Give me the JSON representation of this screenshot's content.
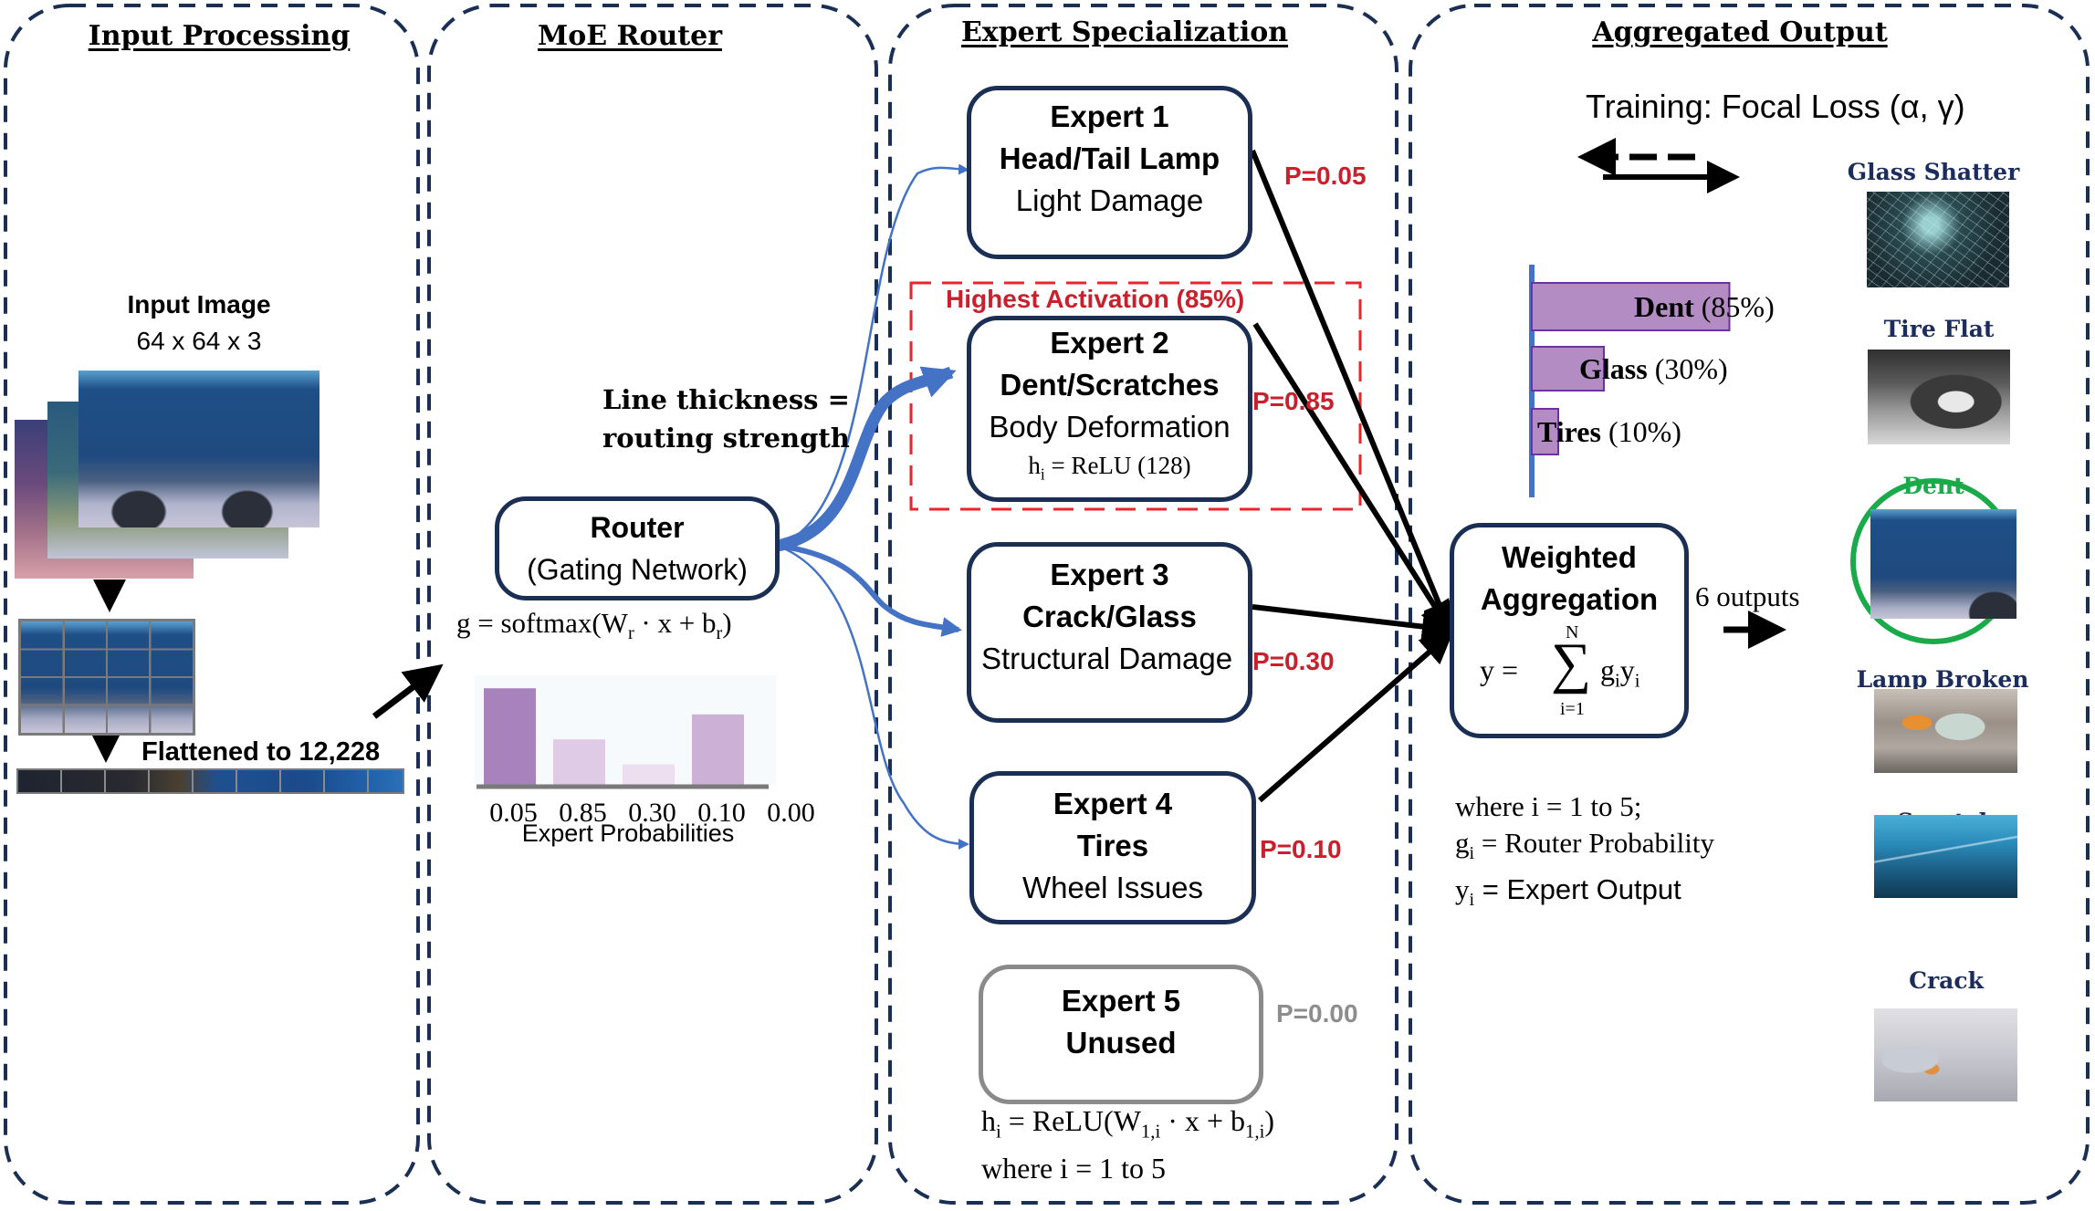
{
  "panels": [
    {
      "id": "input",
      "title": "Input Processing"
    },
    {
      "id": "router",
      "title": "MoE Router"
    },
    {
      "id": "experts",
      "title": "Expert Specialization"
    },
    {
      "id": "output",
      "title": "Aggregated Output"
    }
  ],
  "input": {
    "image_label": "Input Image",
    "image_dims": "64 x 64 x 3",
    "flatten_label": "Flattened to 12,228"
  },
  "router": {
    "annotation_line1": "Line thickness =",
    "annotation_line2": "routing strength",
    "box_title": "Router",
    "box_subtitle": "(Gating Network)",
    "formula_prefix": "g = softmax(W",
    "formula_sub_r": "r",
    "formula_mid": " · x + b",
    "formula_suffix": ")",
    "prob_axis_label": "Expert Probabilities"
  },
  "experts": {
    "highlight_label": "Highest Activation (85%)",
    "items": [
      {
        "title": "Expert 1",
        "specialty": "Head/Tail Lamp",
        "desc": "Light Damage",
        "prob": "P=0.05",
        "weight": 0.05
      },
      {
        "title": "Expert 2",
        "specialty": "Dent/Scratches",
        "desc": "Body Deformation",
        "formula": "h",
        "formula_sub": "i",
        "formula_rest": " = ReLU (128)",
        "prob": "P=0.85",
        "weight": 0.85
      },
      {
        "title": "Expert 3",
        "specialty": "Crack/Glass",
        "desc": "Structural Damage",
        "prob": "P=0.30",
        "weight": 0.3
      },
      {
        "title": "Expert 4",
        "specialty": "Tires",
        "desc": "Wheel Issues",
        "prob": "P=0.10",
        "weight": 0.1
      },
      {
        "title": "Expert 5",
        "specialty": "Unused",
        "prob": "P=0.00",
        "weight": 0.0
      }
    ],
    "formula_h": "h",
    "formula_h_sub": "i",
    "formula_mid": " = ReLU(W",
    "formula_w_sub": "1,i",
    "formula_mid2": " · x + b",
    "formula_b_sub": "1,i",
    "formula_end": ")",
    "formula_where": "where i = 1 to 5"
  },
  "output": {
    "training_label": "Training: Focal Loss (α, γ)",
    "aggregation_title_1": "Weighted",
    "aggregation_title_2": "Aggregation",
    "sum_upper": "N",
    "sum_lower": "i=1",
    "sum_lhs": "y  =",
    "sum_symbol": "∑",
    "sum_term_g": "g",
    "sum_term_y": "y",
    "sum_term_sub": "i",
    "outputs_label": "6 outputs",
    "legend_where": "where i = 1 to 5;",
    "legend_g": "g",
    "legend_g_sub": "i",
    "legend_g_text": " = Router Probability",
    "legend_y": "y",
    "legend_y_sub": "i",
    "legend_y_text": " = Expert Output",
    "classes": [
      {
        "label": "Glass Shatter",
        "selected": false
      },
      {
        "label": "Tire Flat",
        "selected": false
      },
      {
        "label": "Dent",
        "selected": true
      },
      {
        "label": "Lamp Broken",
        "selected": false
      },
      {
        "label": "Scratch",
        "selected": false
      },
      {
        "label": "Crack",
        "selected": false
      }
    ]
  },
  "colors": {
    "panel_border": "#1b2f55",
    "box_border": "#1b2f55",
    "prob_red": "#c8202c",
    "highlight_red": "#e8242c",
    "routing_blue": "#4472c4",
    "bar_purple": "#b48cc4",
    "bar_border": "#7030a0",
    "selected_green": "#1aaa4a",
    "class_label_navy": "#1c2c5c"
  },
  "chart_data": [
    {
      "type": "bar",
      "title": "",
      "xlabel": "Expert Probabilities",
      "ylabel": "",
      "categories": [
        "0.05",
        "0.85",
        "0.30",
        "0.10",
        "0.00"
      ],
      "values": [
        0.85,
        0.4,
        0.18,
        0.62,
        0.0
      ],
      "ylim": [
        0,
        0.9
      ],
      "grid": false
    },
    {
      "type": "bar",
      "orientation": "horizontal",
      "title": "",
      "categories": [
        "Dent",
        "Glass",
        "Tires"
      ],
      "category_labels": [
        "Dent (85%)",
        "Glass (30%)",
        "Tires (10%)"
      ],
      "values": [
        85,
        30,
        10
      ],
      "unit": "%",
      "xlim": [
        0,
        100
      ],
      "grid": false
    }
  ]
}
